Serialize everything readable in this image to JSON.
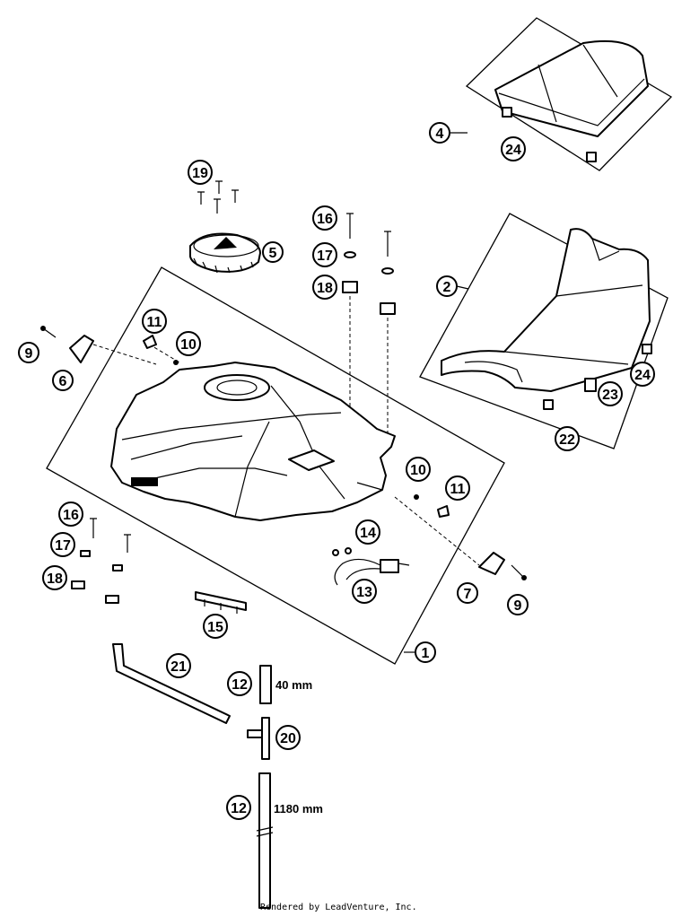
{
  "diagram": {
    "callouts": [
      {
        "id": "c1",
        "label": "1"
      },
      {
        "id": "c2",
        "label": "2"
      },
      {
        "id": "c4",
        "label": "4"
      },
      {
        "id": "c5",
        "label": "5"
      },
      {
        "id": "c6",
        "label": "6"
      },
      {
        "id": "c7",
        "label": "7"
      },
      {
        "id": "c9a",
        "label": "9"
      },
      {
        "id": "c9b",
        "label": "9"
      },
      {
        "id": "c10a",
        "label": "10"
      },
      {
        "id": "c10b",
        "label": "10"
      },
      {
        "id": "c11a",
        "label": "11"
      },
      {
        "id": "c11b",
        "label": "11"
      },
      {
        "id": "c12a",
        "label": "12"
      },
      {
        "id": "c12b",
        "label": "12"
      },
      {
        "id": "c13",
        "label": "13"
      },
      {
        "id": "c14",
        "label": "14"
      },
      {
        "id": "c15",
        "label": "15"
      },
      {
        "id": "c16a",
        "label": "16"
      },
      {
        "id": "c16b",
        "label": "16"
      },
      {
        "id": "c17a",
        "label": "17"
      },
      {
        "id": "c17b",
        "label": "17"
      },
      {
        "id": "c18a",
        "label": "18"
      },
      {
        "id": "c18b",
        "label": "18"
      },
      {
        "id": "c19",
        "label": "19"
      },
      {
        "id": "c20",
        "label": "20"
      },
      {
        "id": "c21",
        "label": "21"
      },
      {
        "id": "c22",
        "label": "22"
      },
      {
        "id": "c23",
        "label": "23"
      },
      {
        "id": "c24a",
        "label": "24"
      },
      {
        "id": "c24b",
        "label": "24"
      }
    ],
    "dimensions": {
      "short_hose": "40 mm",
      "long_hose": "1180 mm"
    },
    "footer": "Rendered by LeadVenture, Inc."
  }
}
